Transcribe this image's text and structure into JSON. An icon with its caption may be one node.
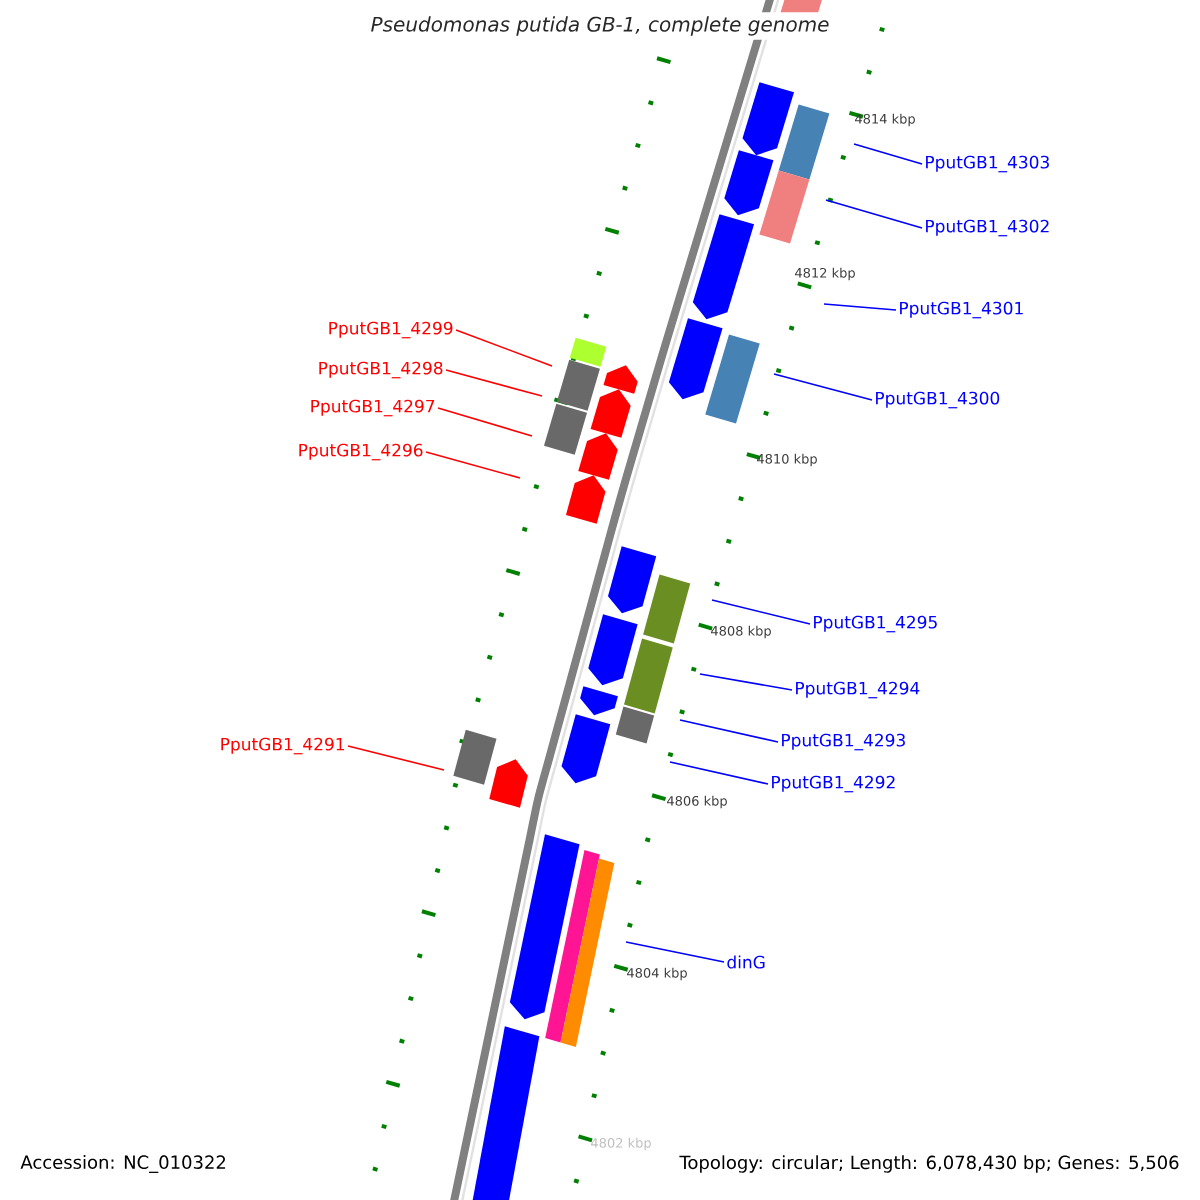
{
  "diagram": {
    "title": "Pseudomonas putida GB-1, complete genome",
    "nodes": [
      {
        "text": [
          "PputGB1_4303"
        ]
      },
      {
        "text": [
          "PputGB1_4302"
        ]
      },
      {
        "text": [
          "PputGB1_4301"
        ]
      },
      {
        "text": [
          "PputGB1_4299"
        ]
      },
      {
        "text": [
          "PputGB1_4298"
        ]
      },
      {
        "text": [
          "PputGB1_4300"
        ]
      },
      {
        "text": [
          "PputGB1_4297"
        ]
      },
      {
        "text": [
          "PputGB1_4296"
        ]
      },
      {
        "text": [
          "PputGB1_4295"
        ]
      },
      {
        "text": [
          "PputGB1_4294"
        ]
      },
      {
        "text": [
          "PputGB1_4293"
        ]
      },
      {
        "text": [
          "PputGB1_4291"
        ]
      },
      {
        "text": [
          "PputGB1_4292"
        ]
      },
      {
        "text": [
          "dinG"
        ]
      }
    ],
    "edges": [
      {
        "from": 0,
        "to": null,
        "arrow": "none"
      },
      {
        "from": 1,
        "to": null,
        "arrow": "none"
      },
      {
        "from": 2,
        "to": null,
        "arrow": "none"
      },
      {
        "from": 3,
        "to": null,
        "arrow": "none",
        "color": "#ff0000"
      },
      {
        "from": 4,
        "to": null,
        "arrow": "none",
        "color": "#ff0000"
      },
      {
        "from": 5,
        "to": null,
        "arrow": "none"
      },
      {
        "from": 6,
        "to": null,
        "arrow": "none",
        "color": "#ff0000"
      },
      {
        "from": 7,
        "to": null,
        "arrow": "none",
        "color": "#ff0000"
      },
      {
        "from": 8,
        "to": null,
        "arrow": "none"
      },
      {
        "from": 9,
        "to": null,
        "arrow": "none"
      },
      {
        "from": 10,
        "to": null,
        "arrow": "none"
      },
      {
        "from": 11,
        "to": null,
        "arrow": "none",
        "color": "#ff0000"
      },
      {
        "from": 12,
        "to": null,
        "arrow": "none"
      },
      {
        "from": 13,
        "to": null,
        "arrow": "none"
      }
    ],
    "labels": [
      "4814 kbp",
      "4812 kbp",
      "4810 kbp",
      "4808 kbp",
      "4806 kbp",
      "4804 kbp",
      "4802 kbp",
      "Accession: NC_010322",
      "Topology: circular; Length: 6,078,430 bp; Genes: 5,506"
    ]
  }
}
